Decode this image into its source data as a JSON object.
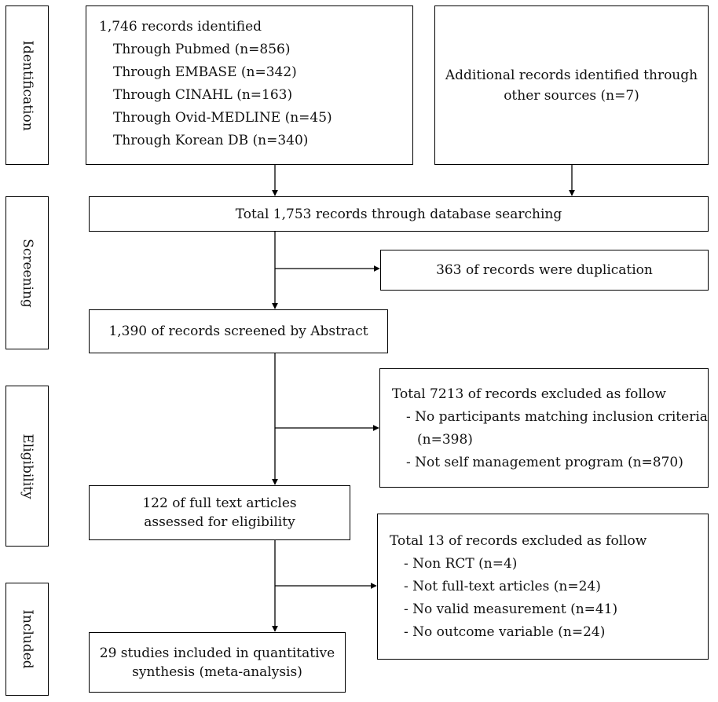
{
  "stages": {
    "identification": "Identification",
    "screening": "Screening",
    "eligibility": "Eligibility",
    "included": "Included"
  },
  "identified": {
    "title": "1,746 records identified",
    "sources": [
      "Through Pubmed (n=856)",
      "Through EMBASE (n=342)",
      "Through CINAHL (n=163)",
      "Through Ovid-MEDLINE (n=45)",
      "Through Korean DB (n=340)"
    ]
  },
  "additional": {
    "line1": "Additional records identified through",
    "line2": "other sources (n=7)"
  },
  "total": "Total 1,753 records through database searching",
  "duplicates": "363 of records were duplication",
  "abstract": "1,390 of records screened by Abstract",
  "excluded_abstract": {
    "title": "Total 7213 of records excluded as follow",
    "items": [
      "- No participants matching inclusion criteria",
      "(n=398)",
      "- Not self management program (n=870)"
    ]
  },
  "fulltext": {
    "line1": "122 of full text articles",
    "line2": "assessed for eligibility"
  },
  "excluded_fulltext": {
    "title": "Total 13 of records excluded as follow",
    "items": [
      "- Non RCT (n=4)",
      "- Not full-text articles (n=24)",
      "- No valid measurement (n=41)",
      "- No outcome variable (n=24)"
    ]
  },
  "included": {
    "line1": "29 studies included in quantitative",
    "line2": "synthesis (meta-analysis)"
  }
}
